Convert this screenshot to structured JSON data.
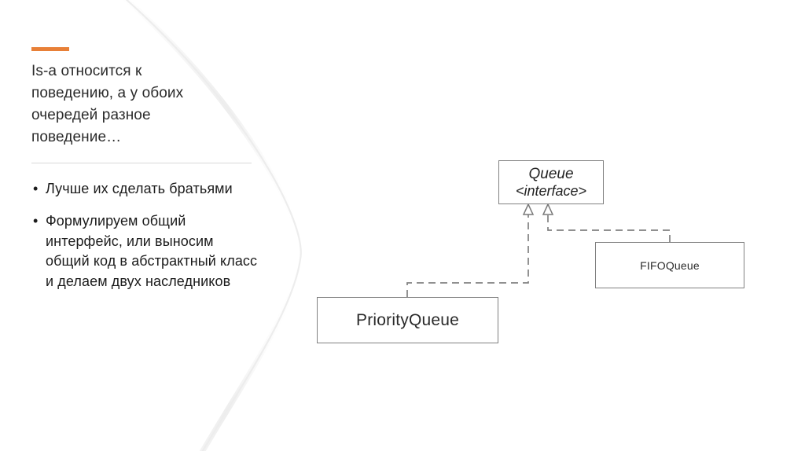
{
  "slide": {
    "accent_color": "#e88038",
    "background_color": "#ffffff",
    "title": "Is-a относится к\nповедению, а у обоих\nочередей разное\nповедение…",
    "bullets": [
      "Лучше их сделать братьями",
      "Формулируем общий интерфейс, или выносим общий код в абстрактный класс и делаем двух наследников"
    ],
    "bullet_marker": "•"
  },
  "diagram": {
    "type": "uml-class-diagram",
    "line_color": "#808080",
    "relation_style": "dashed-realization",
    "classes": [
      {
        "id": "queue",
        "name": "Queue",
        "stereotype": "<interface>",
        "italic": true
      },
      {
        "id": "priorityqueue",
        "name": "PriorityQueue",
        "italic": false
      },
      {
        "id": "fifoqueue",
        "name": "FIFOQueue",
        "italic": false
      }
    ],
    "relations": [
      {
        "from": "priorityqueue",
        "to": "queue",
        "kind": "realization"
      },
      {
        "from": "fifoqueue",
        "to": "queue",
        "kind": "realization"
      }
    ]
  }
}
